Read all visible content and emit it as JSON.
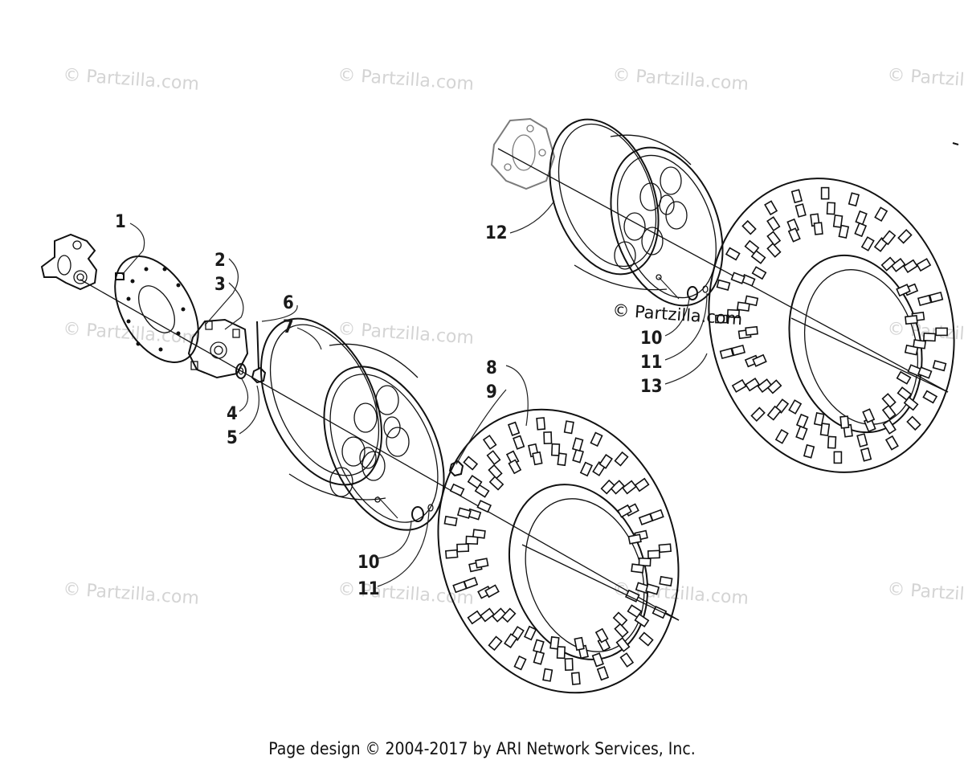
{
  "watermark": "© Partzilla.com",
  "stamp_text": "© Partzilla.com",
  "footer": "Page design © 2004-2017 by ARI Network Services, Inc.",
  "callouts": {
    "c1": "1",
    "c2": "2",
    "c3": "3",
    "c4": "4",
    "c5": "5",
    "c6": "6",
    "c7": "7",
    "c8": "8",
    "c9": "9",
    "c10a": "10",
    "c11a": "11",
    "c12": "12",
    "c10b": "10",
    "c11b": "11",
    "c13": "13"
  }
}
